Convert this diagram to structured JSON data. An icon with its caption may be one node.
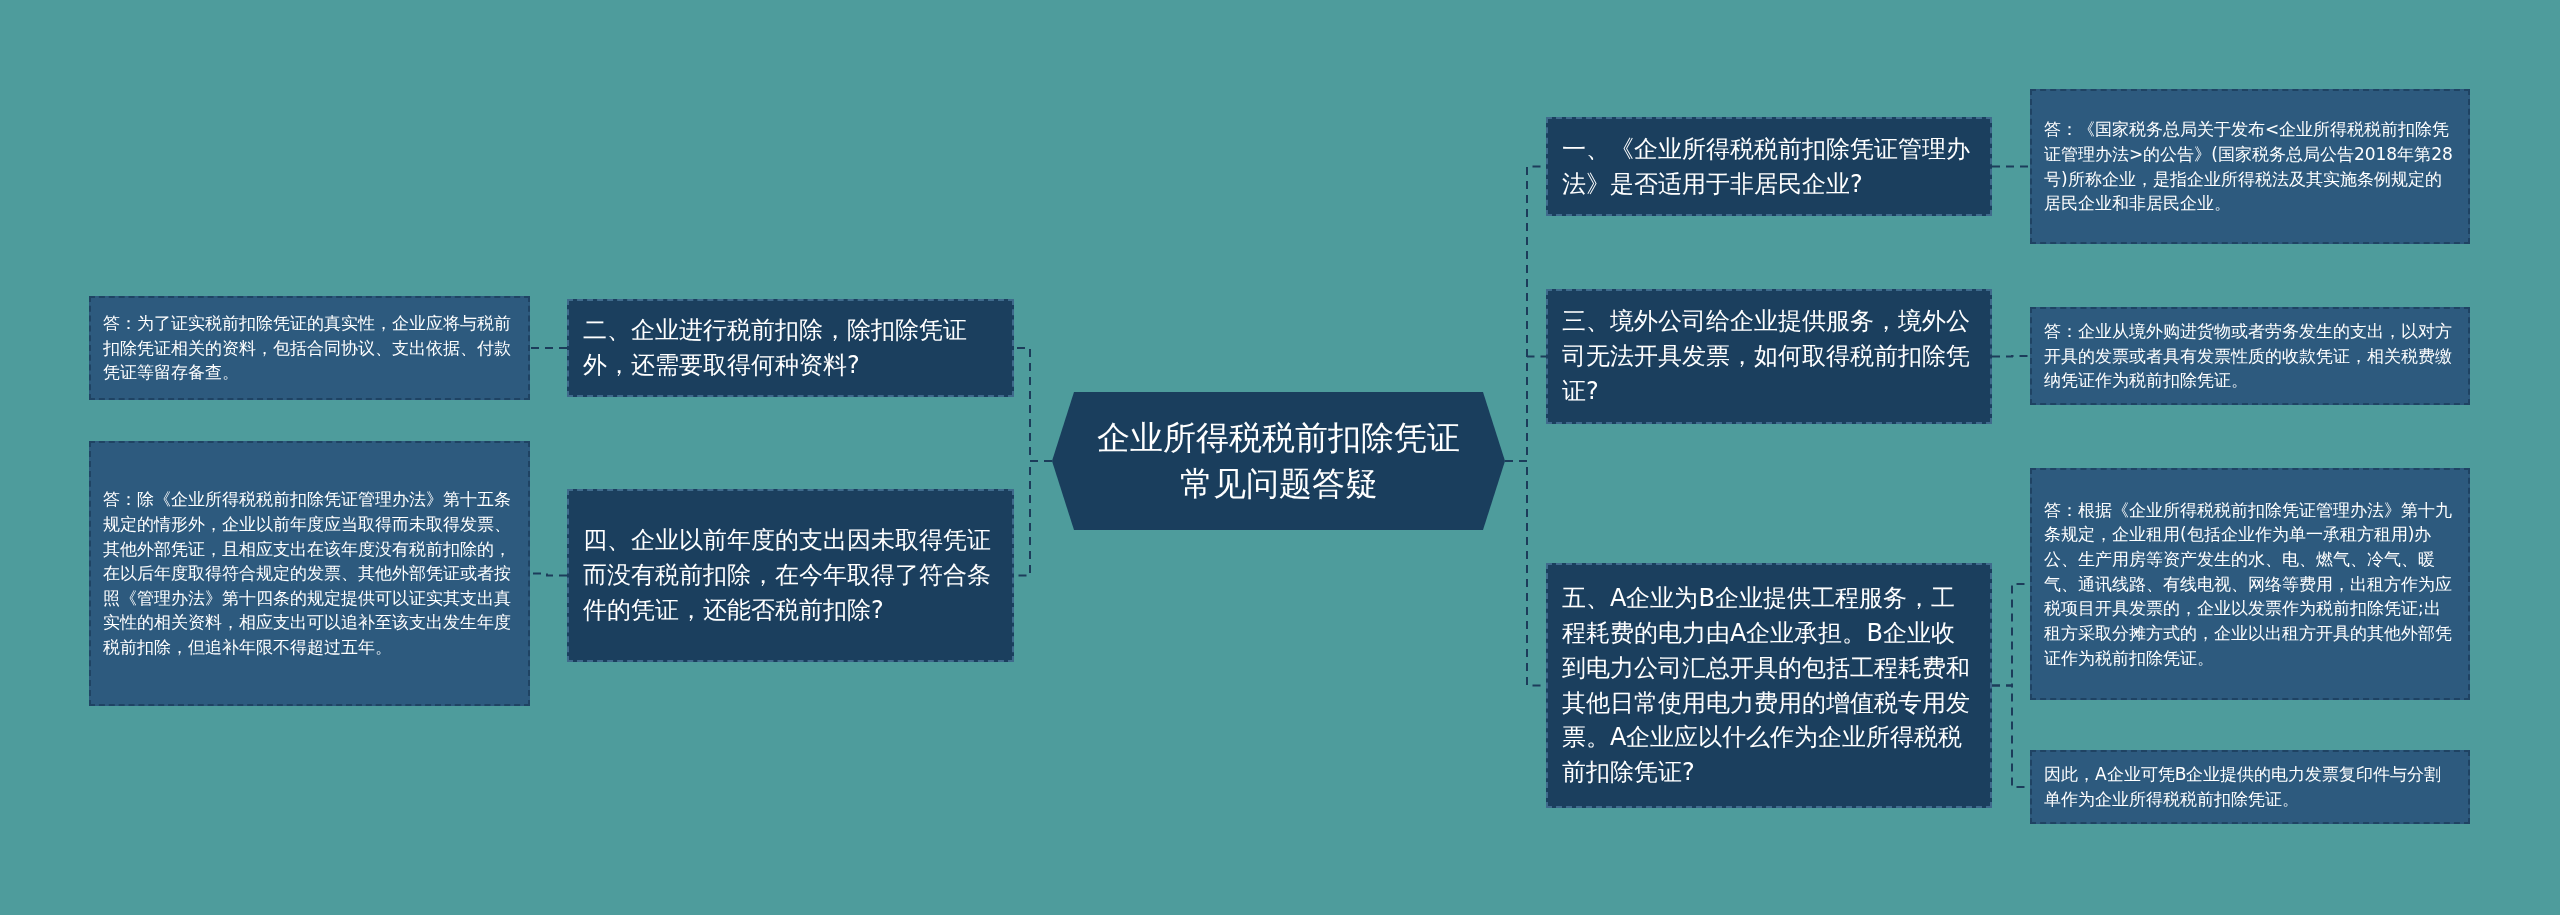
{
  "diagram": {
    "nodes": [
      {
        "text": [
          "企业所得税税前扣除凭证常见问题答疑"
        ]
      },
      {
        "text": [
          "一、《企业所得税税前扣除凭证管理办法》是否适用于非居民企业?"
        ]
      },
      {
        "text": [
          "答：《国家税务总局关于发布<企业所得税税前扣除凭证管理办法>的公告》(国家税务总局公告2018年第28号)所称企业，是指企业所得税法及其实施条例规定的居民企业和非居民企业。"
        ]
      },
      {
        "text": [
          "三、境外公司给企业提供服务，境外公司无法开具发票，如何取得税前扣除凭证?"
        ]
      },
      {
        "text": [
          "答：企业从境外购进货物或者劳务发生的支出，以对方开具的发票或者具有发票性质的收款凭证，相关税费缴纳凭证作为税前扣除凭证。"
        ]
      },
      {
        "text": [
          "五、A企业为B企业提供工程服务，工程耗费的电力由A企业承担。B企业收到电力公司汇总开具的包括工程耗费和其他日常使用电力费用的增值税专用发票。A企业应以什么作为企业所得税税前扣除凭证?"
        ]
      },
      {
        "text": [
          "答：根据《企业所得税税前扣除凭证管理办法》第十九条规定，企业租用(包括企业作为单一承租方租用)办公、生产用房等资产发生的水、电、燃气、冷气、暖气、通讯线路、有线电视、网络等费用，出租方作为应税项目开具发票的，企业以发票作为税前扣除凭证;出租方采取分摊方式的，企业以出租方开具的其他外部凭证作为税前扣除凭证。"
        ]
      },
      {
        "text": [
          "因此，A企业可凭B企业提供的电力发票复印件与分割单作为企业所得税税前扣除凭证。"
        ]
      },
      {
        "text": [
          "二、企业进行税前扣除，除扣除凭证外，还需要取得何种资料?"
        ]
      },
      {
        "text": [
          "答：为了证实税前扣除凭证的真实性，企业应将与税前扣除凭证相关的资料，包括合同协议、支出依据、付款凭证等留存备查。"
        ]
      },
      {
        "text": [
          "四、企业以前年度的支出因未取得凭证而没有税前扣除，在今年取得了符合条件的凭证，还能否税前扣除?"
        ]
      },
      {
        "text": [
          "答：除《企业所得税税前扣除凭证管理办法》第十五条规定的情形外，企业以前年度应当取得而未取得发票、其他外部凭证，且相应支出在该年度没有税前扣除的，在以后年度取得符合规定的发票、其他外部凭证或者按照《管理办法》第十四条的规定提供可以证实其支出真实性的相关资料，相应支出可以追补至该支出发生年度税前扣除，但追补年限不得超过五年。"
        ]
      }
    ],
    "edges": [
      {
        "from": 0,
        "to": 1,
        "arrow": "none",
        "style": "dashed"
      },
      {
        "from": 1,
        "to": 2,
        "arrow": "none",
        "style": "dashed"
      },
      {
        "from": 0,
        "to": 3,
        "arrow": "none",
        "style": "dashed"
      },
      {
        "from": 3,
        "to": 4,
        "arrow": "none",
        "style": "dashed"
      },
      {
        "from": 0,
        "to": 5,
        "arrow": "none",
        "style": "dashed"
      },
      {
        "from": 5,
        "to": 6,
        "arrow": "none",
        "style": "dashed"
      },
      {
        "from": 5,
        "to": 7,
        "arrow": "none",
        "style": "dashed"
      },
      {
        "from": 0,
        "to": 8,
        "arrow": "none",
        "style": "dashed"
      },
      {
        "from": 8,
        "to": 9,
        "arrow": "none",
        "style": "dashed"
      },
      {
        "from": 0,
        "to": 10,
        "arrow": "none",
        "style": "dashed"
      },
      {
        "from": 10,
        "to": 11,
        "arrow": "none",
        "style": "dashed"
      }
    ]
  }
}
